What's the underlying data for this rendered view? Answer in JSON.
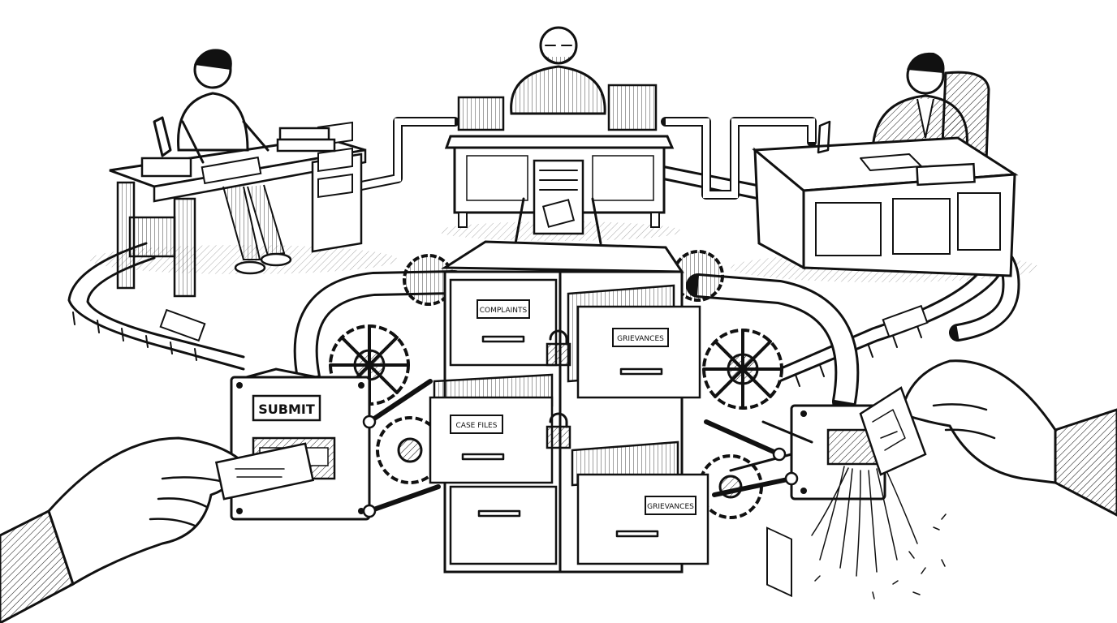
{
  "labels": {
    "submit": "SUBMIT",
    "complaints": "COMPLAINTS",
    "grievances_top": "GRIEVANCES",
    "case_files": "CASE FILES",
    "grievances_bottom": "GRIEVANCES"
  },
  "colors": {
    "ink": "#111111",
    "paper": "#ffffff",
    "shade": "#e6e6e6"
  }
}
